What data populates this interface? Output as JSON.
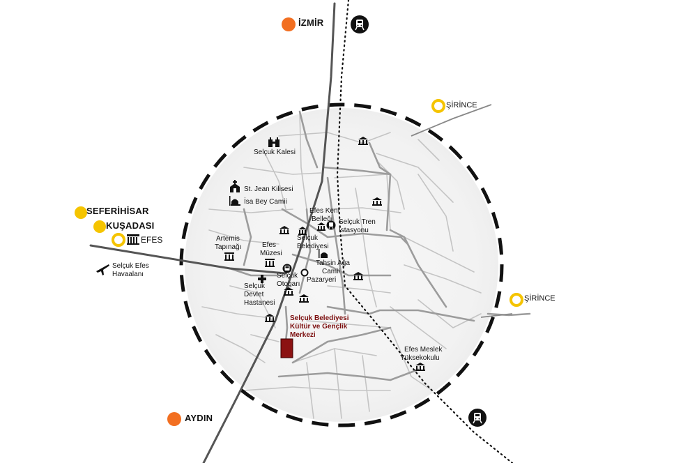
{
  "cities": {
    "izmir": "İZMİR",
    "aydin": "AYDIN",
    "seferihisar": "SEFERİHİSAR",
    "kusadasi": "KUŞADASI",
    "efes": "EFES",
    "sirince_top": "ŞİRİNCE",
    "sirince_right": "ŞİRİNCE"
  },
  "landmarks": {
    "selcuk_kalesi": "Selçuk Kalesi",
    "st_jean": "St. Jean Kilisesi",
    "isa_bey": "İsa Bey Camii",
    "efes_kent_1": "Efes Kent",
    "efes_kent_2": "Belleği",
    "tren_1": "Selçuk Tren",
    "tren_2": "İstasyonu",
    "artemis_1": "Artemis",
    "artemis_2": "Tapınağı",
    "efes_muzesi_1": "Efes",
    "efes_muzesi_2": "Müzesi",
    "belediyesi_1": "Selçuk",
    "belediyesi_2": "Belediyesi",
    "tahsin_1": "Tahsin Ağa",
    "tahsin_2": "Camii",
    "otogar_1": "Selçuk",
    "otogar_2": "Otogarı",
    "pazaryeri": "Pazaryeri",
    "devlet_1": "Selçuk",
    "devlet_2": "Devlet",
    "devlet_3": "Hastanesi",
    "havaalani_1": "Selçuk Efes",
    "havaalani_2": "Havaalanı",
    "meslek_1": "Efes Meslek",
    "meslek_2": "Yüksekokulu"
  },
  "project": {
    "line1": "Selçuk Belediyesi",
    "line2": "Kültür ve Gençlik",
    "line3": "Merkezi",
    "color": "#8b1111"
  },
  "colors": {
    "major_city": "#f26f21",
    "minor_city": "#f5c400",
    "road": "#555555",
    "street": "#a9a9a9"
  },
  "icons": [
    "train-icon",
    "airplane-icon",
    "castle-icon",
    "church-icon",
    "mosque-icon",
    "museum-icon",
    "temple-icon",
    "hospital-icon",
    "bus-icon",
    "marketplace-icon",
    "school-icon",
    "building-icon"
  ]
}
